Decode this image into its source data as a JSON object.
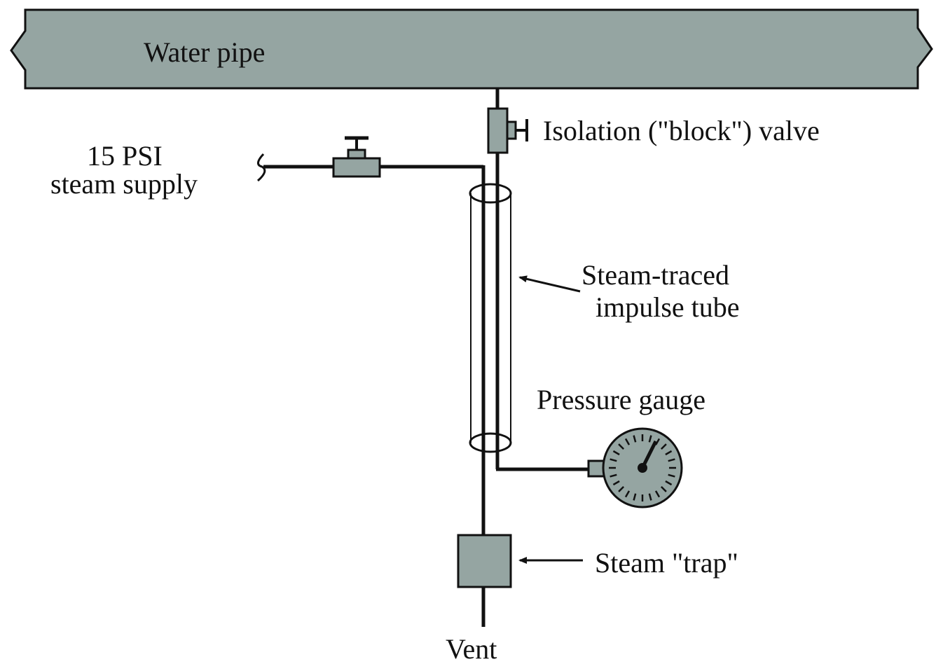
{
  "labels": {
    "water_pipe": "Water pipe",
    "isolation_valve": "Isolation (\"block\") valve",
    "steam_supply_line1": "15 PSI",
    "steam_supply_line2": "steam supply",
    "impulse_tube_line1": "Steam-traced",
    "impulse_tube_line2": "impulse tube",
    "pressure_gauge": "Pressure gauge",
    "steam_trap": "Steam \"trap\"",
    "vent": "Vent"
  },
  "colors": {
    "equipment_fill": "#95a5a2",
    "line": "#111111",
    "background": "#ffffff"
  }
}
